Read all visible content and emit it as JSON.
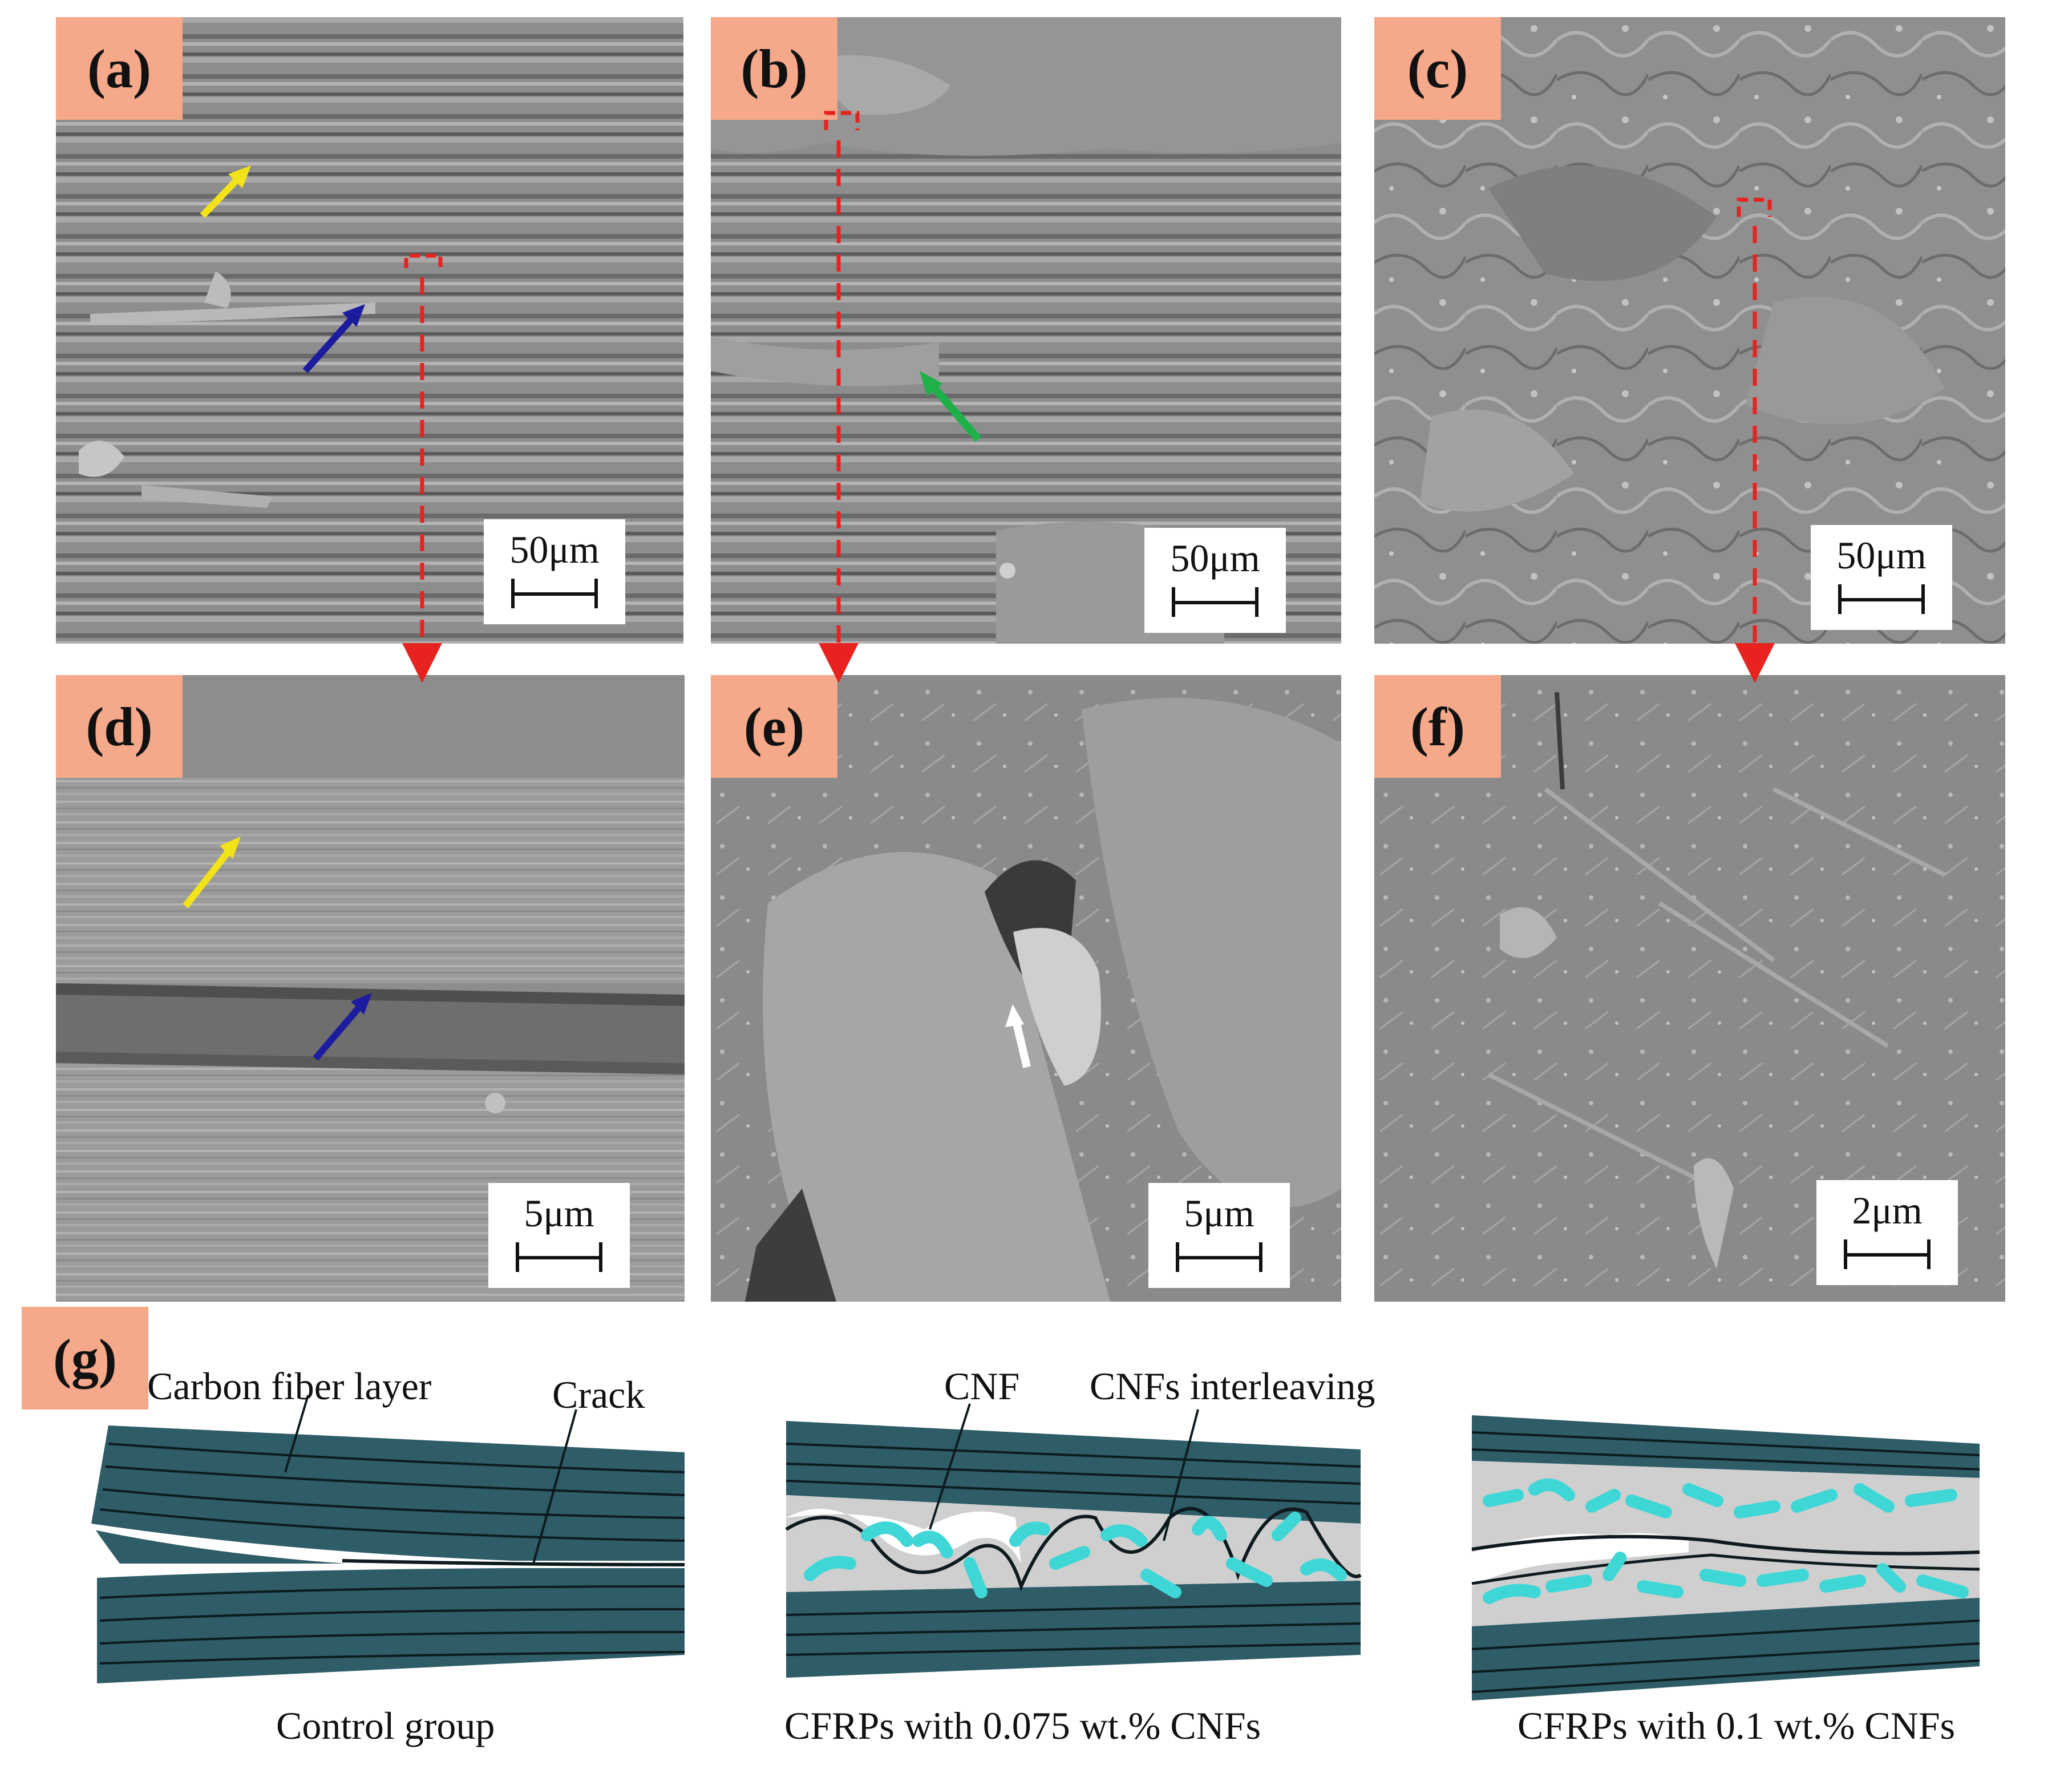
{
  "panels": {
    "a": {
      "label": "(a)",
      "scale": "50μm"
    },
    "b": {
      "label": "(b)",
      "scale": "50μm"
    },
    "c": {
      "label": "(c)",
      "scale": "50μm"
    },
    "d": {
      "label": "(d)",
      "scale": "5μm"
    },
    "e": {
      "label": "(e)",
      "scale": "5μm"
    },
    "f": {
      "label": "(f)",
      "scale": "2μm"
    }
  },
  "schematic": {
    "label": "(g)",
    "annotations": {
      "carbon_fiber_layer": "Carbon fiber layer",
      "crack": "Crack",
      "cnf": "CNF",
      "cnfs_interleaving": "CNFs interleaving"
    },
    "captions": {
      "control": "Control group",
      "cnf_0075": "CFRPs with 0.075 wt.% CNFs",
      "cnf_01": "CFRPs with 0.1 wt.% CNFs"
    }
  },
  "colors": {
    "label_bg": "#f5a88a",
    "fiber_layer": "#2e5c67",
    "cnf": "#3fd6d6",
    "interleaf": "#cfcfcf",
    "guide_arrow": "#e8231f",
    "arrow_yellow": "#f2e21a",
    "arrow_blue": "#1c1c9e",
    "arrow_green": "#1fb04a",
    "arrow_white": "#ffffff"
  }
}
